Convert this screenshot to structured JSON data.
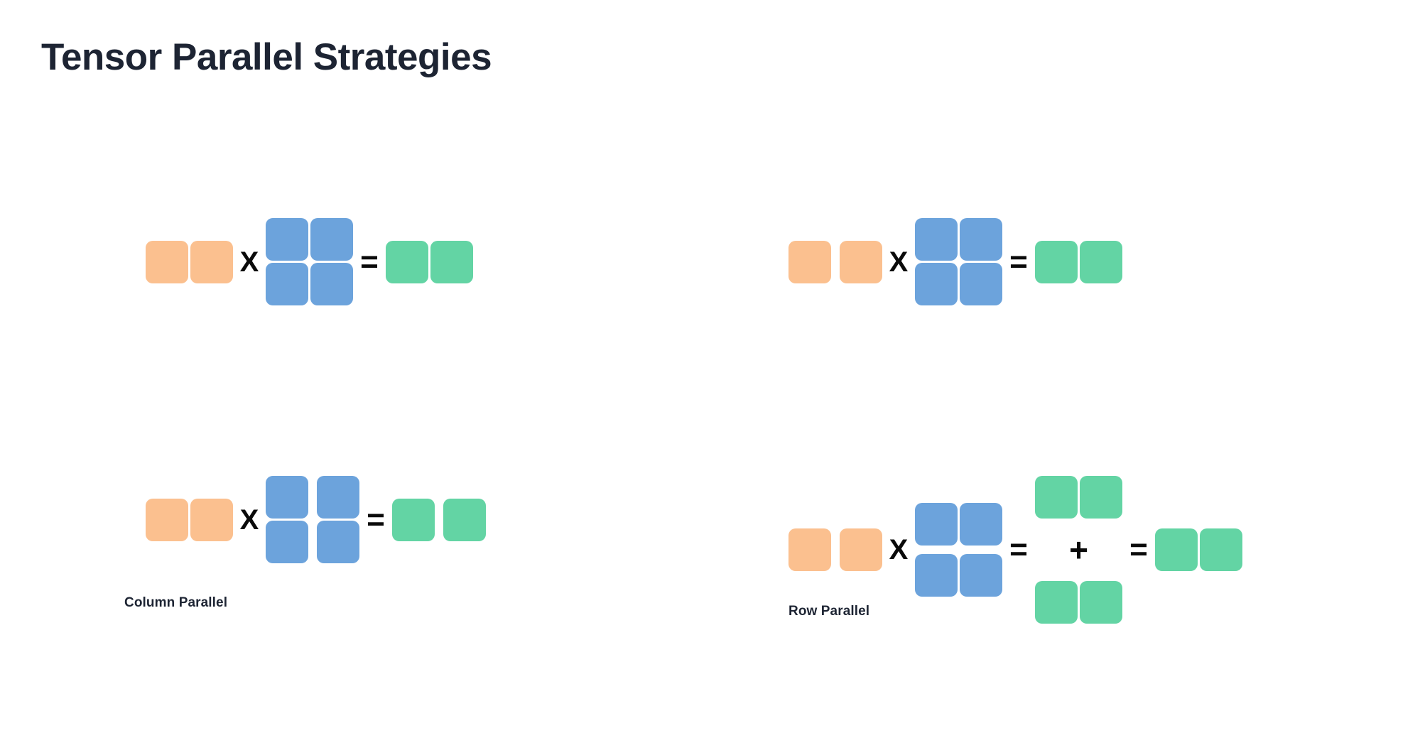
{
  "page": {
    "title": "Tensor Parallel Strategies",
    "background_color": "#ffffff",
    "title_color": "#1d2433"
  },
  "palette": {
    "input_orange": "#fbc08f",
    "weight_blue": "#6ca3dc",
    "output_green": "#63d4a4",
    "operator_black": "#0a0a0a"
  },
  "operators": {
    "multiply": "X",
    "equals": "=",
    "plus": "+"
  },
  "sections": [
    {
      "id": "column-parallel",
      "caption": "Column Parallel",
      "equations": [
        {
          "id": "column-parallel-full",
          "description": "full matrix multiplication reference",
          "terms": [
            {
              "kind": "matrix",
              "color": "input_orange",
              "rows": 1,
              "cols": 2,
              "col_split": false,
              "row_split": false
            },
            {
              "kind": "operator",
              "symbol": "X"
            },
            {
              "kind": "matrix",
              "color": "weight_blue",
              "rows": 2,
              "cols": 2,
              "col_split": false,
              "row_split": false
            },
            {
              "kind": "operator",
              "symbol": "="
            },
            {
              "kind": "matrix",
              "color": "output_green",
              "rows": 1,
              "cols": 2,
              "col_split": false,
              "row_split": false
            }
          ]
        },
        {
          "id": "column-parallel-sharded",
          "description": "weights sharded along columns, outputs sharded",
          "terms": [
            {
              "kind": "matrix",
              "color": "input_orange",
              "rows": 1,
              "cols": 2,
              "col_split": false,
              "row_split": false
            },
            {
              "kind": "operator",
              "symbol": "X"
            },
            {
              "kind": "matrix",
              "color": "weight_blue",
              "rows": 2,
              "cols": 2,
              "col_split": true,
              "row_split": false
            },
            {
              "kind": "operator",
              "symbol": "="
            },
            {
              "kind": "matrix",
              "color": "output_green",
              "rows": 1,
              "cols": 2,
              "col_split": true,
              "row_split": false
            }
          ]
        }
      ]
    },
    {
      "id": "row-parallel",
      "caption": "Row Parallel",
      "equations": [
        {
          "id": "row-parallel-full",
          "description": "full matrix multiplication reference",
          "terms": [
            {
              "kind": "matrix",
              "color": "input_orange",
              "rows": 1,
              "cols": 2,
              "col_split": true,
              "row_split": false
            },
            {
              "kind": "operator",
              "symbol": "X"
            },
            {
              "kind": "matrix",
              "color": "weight_blue",
              "rows": 2,
              "cols": 2,
              "col_split": false,
              "row_split": false
            },
            {
              "kind": "operator",
              "symbol": "="
            },
            {
              "kind": "matrix",
              "color": "output_green",
              "rows": 1,
              "cols": 2,
              "col_split": false,
              "row_split": false
            }
          ]
        },
        {
          "id": "row-parallel-sharded",
          "description": "weights sharded along rows, partial sums reduced",
          "terms": [
            {
              "kind": "matrix",
              "color": "input_orange",
              "rows": 1,
              "cols": 2,
              "col_split": true,
              "row_split": false
            },
            {
              "kind": "operator",
              "symbol": "X"
            },
            {
              "kind": "matrix",
              "color": "weight_blue",
              "rows": 2,
              "cols": 2,
              "col_split": false,
              "row_split": true
            },
            {
              "kind": "operator",
              "symbol": "="
            },
            {
              "kind": "partial-sum-stack",
              "color": "output_green",
              "parts": 2,
              "join_symbol": "+"
            },
            {
              "kind": "operator",
              "symbol": "="
            },
            {
              "kind": "matrix",
              "color": "output_green",
              "rows": 1,
              "cols": 2,
              "col_split": false,
              "row_split": false
            }
          ]
        }
      ]
    }
  ]
}
